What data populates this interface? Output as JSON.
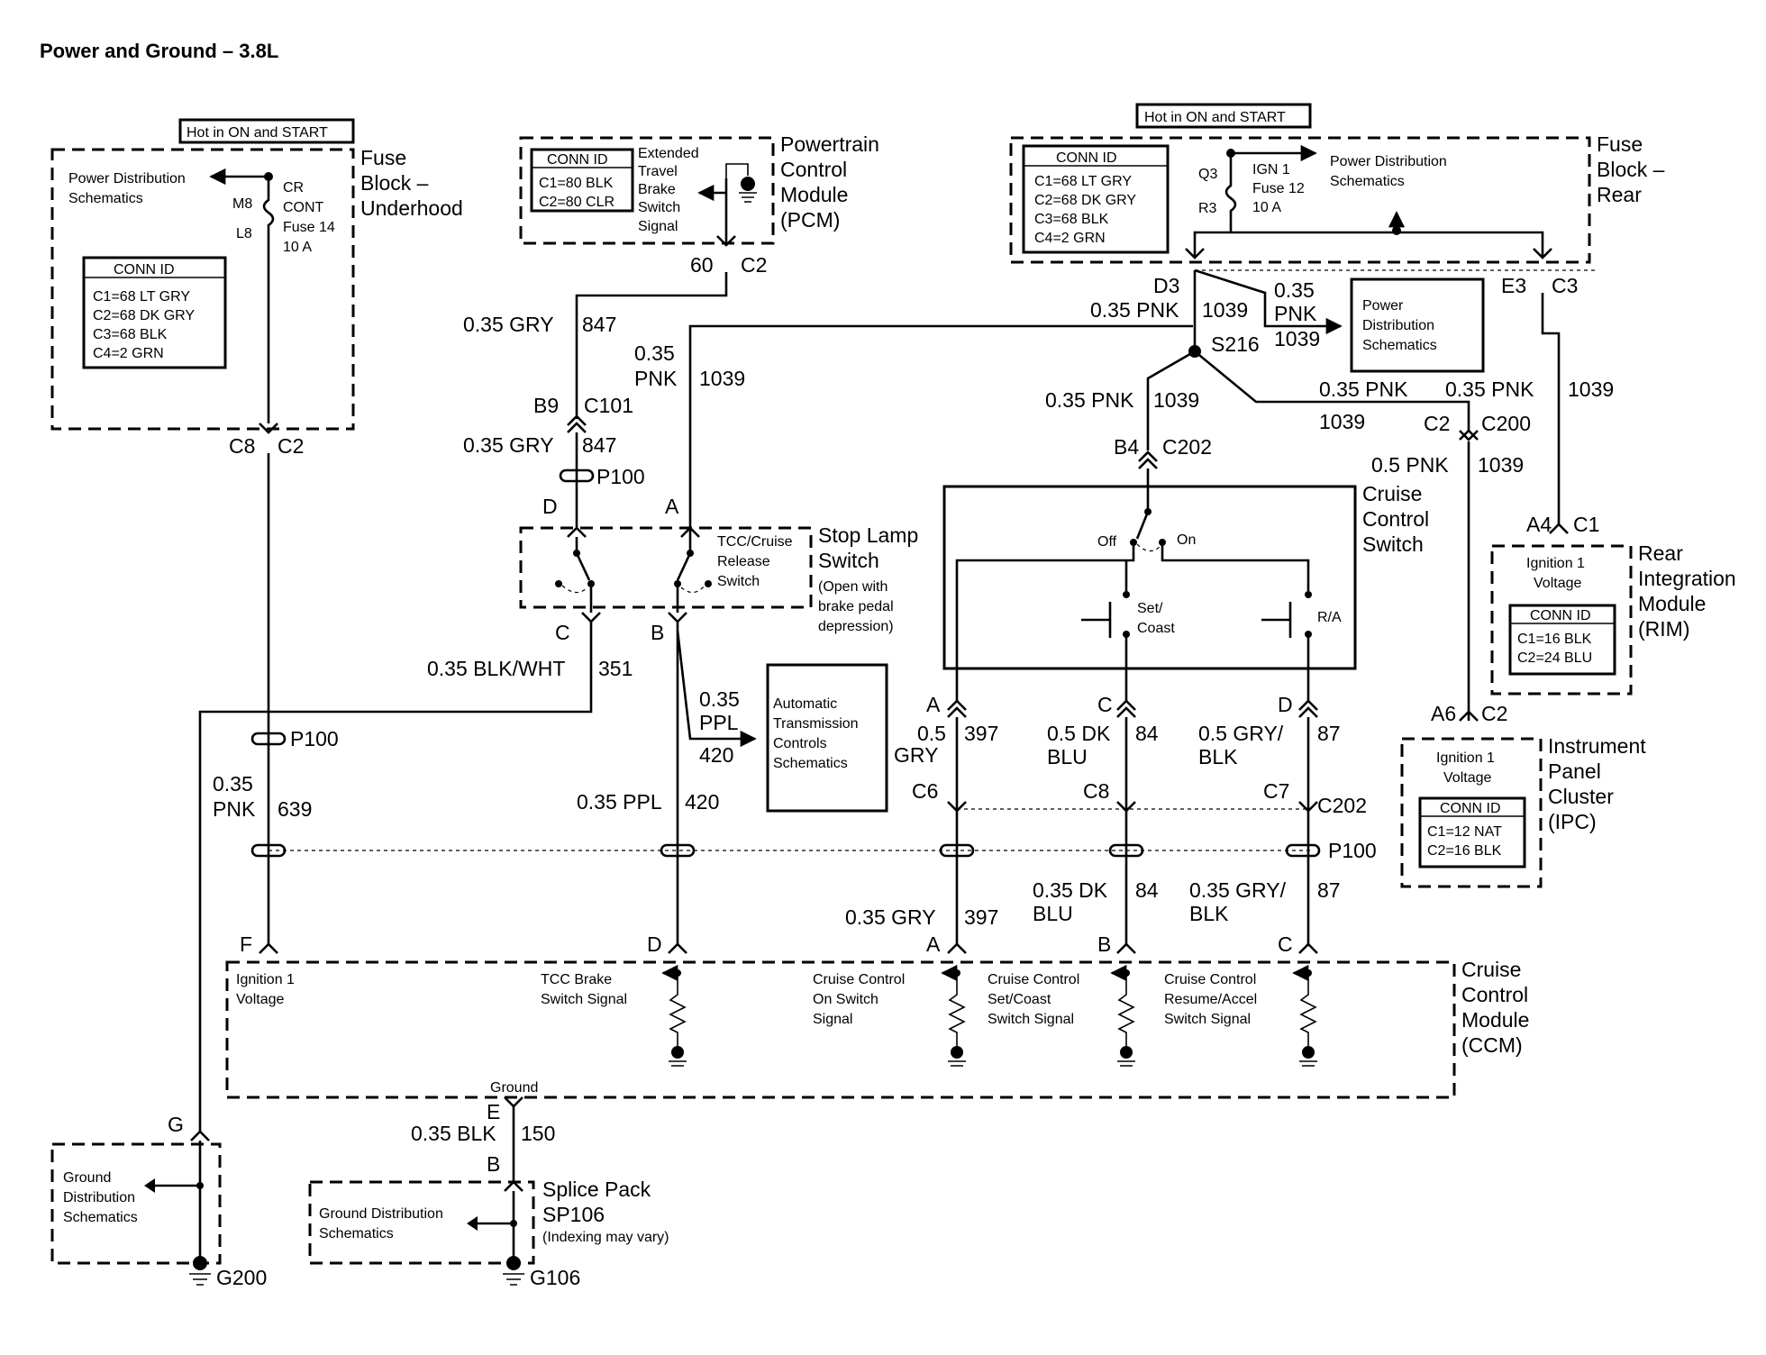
{
  "title": "Power and Ground – 3.8L",
  "hot_labels": {
    "underhood": "Hot in ON and START",
    "rear": "Hot in ON and START"
  },
  "fuse_block_underhood": {
    "name_line1": "Fuse",
    "name_line2": "Block –",
    "name_line3": "Underhood",
    "pds_line1": "Power Distribution",
    "pds_line2": "Schematics",
    "fuse_line1": "CR",
    "fuse_line2": "CONT",
    "fuse_line3": "Fuse 14",
    "fuse_line4": "10 A",
    "pin_top": "M8",
    "pin_bottom": "L8",
    "conn_title": "CONN ID",
    "conn": [
      "C1=68 LT GRY",
      "C2=68 DK GRY",
      "C3=68 BLK",
      "C4=2 GRN"
    ],
    "out_pin": "C8",
    "out_conn": "C2"
  },
  "pcm": {
    "name_line1": "Powertrain",
    "name_line2": "Control",
    "name_line3": "Module",
    "name_line4": "(PCM)",
    "conn_title": "CONN ID",
    "conn": [
      "C1=80 BLK",
      "C2=80 CLR"
    ],
    "signal": [
      "Extended",
      "Travel",
      "Brake",
      "Switch",
      "Signal"
    ],
    "pin": "60",
    "conn_name": "C2"
  },
  "fuse_block_rear": {
    "name_line1": "Fuse",
    "name_line2": "Block –",
    "name_line3": "Rear",
    "conn_title": "CONN ID",
    "conn": [
      "C1=68 LT GRY",
      "C2=68 DK GRY",
      "C3=68 BLK",
      "C4=2 GRN"
    ],
    "pin_top": "Q3",
    "pin_bottom": "R3",
    "fuse_line1": "IGN 1",
    "fuse_line2": "Fuse 12",
    "fuse_line3": "10 A",
    "pds_line1": "Power Distribution",
    "pds_line2": "Schematics",
    "out1_pin": "D3",
    "out2_pin": "E3",
    "out2_conn": "C3"
  },
  "wires": {
    "w847_top": {
      "size": "0.35 GRY",
      "num": "847"
    },
    "w847_bot": {
      "size": "0.35 GRY",
      "num": "847"
    },
    "w1039_a": {
      "size_line1": "0.35",
      "size_line2": "PNK",
      "num": "1039"
    },
    "w1039_top": {
      "size": "0.35 PNK",
      "num": "1039"
    },
    "w1039_pds": {
      "size_line1": "0.35",
      "size_line2": "PNK",
      "num": "1039"
    },
    "w1039_b4": {
      "size": "0.35 PNK",
      "num": "1039"
    },
    "w1039_c2": {
      "size": "0.35 PNK",
      "num": "1039"
    },
    "w1039_rim": {
      "size": "0.35 PNK",
      "num": "1039"
    },
    "w1039_ipc": {
      "size": "0.5 PNK",
      "num": "1039"
    },
    "w351": {
      "size": "0.35 BLK/WHT",
      "num": "351"
    },
    "w420_a": {
      "size_line1": "0.35",
      "size_line2": "PPL",
      "num": "420"
    },
    "w420_b": {
      "size": "0.35 PPL",
      "num": "420"
    },
    "w639": {
      "size_line1": "0.35",
      "size_line2": "PNK",
      "num": "639"
    },
    "w397_top": {
      "size_line1": "0.5",
      "size_line2": "GRY",
      "num": "397"
    },
    "w397_bot": {
      "size": "0.35 GRY",
      "num": "397"
    },
    "w84_top": {
      "size_line1": "0.5 DK",
      "size_line2": "BLU",
      "num": "84"
    },
    "w84_bot": {
      "size_line1": "0.35 DK",
      "size_line2": "BLU",
      "num": "84"
    },
    "w87_top": {
      "size_line1": "0.5 GRY/",
      "size_line2": "BLK",
      "num": "87"
    },
    "w87_bot": {
      "size_line1": "0.35 GRY/",
      "size_line2": "BLK",
      "num": "87"
    },
    "w150": {
      "size": "0.35 BLK",
      "num": "150"
    }
  },
  "connectors": {
    "c101_pin": "B9",
    "c101": "C101",
    "p100_1": "P100",
    "p100_2": "P100",
    "p100_3": "P100",
    "s216": "S216",
    "b4": "B4",
    "c202_top": "C202",
    "c2_c200_pin": "C2",
    "c200": "C200",
    "c6": "C6",
    "c8": "C8",
    "c7": "C7",
    "c202_bot": "C202"
  },
  "stop_lamp": {
    "name_line1": "Stop Lamp",
    "name_line2": "Switch",
    "note_line1": "(Open with",
    "note_line2": "brake pedal",
    "note_line3": "depression)",
    "tcc_line1": "TCC/Cruise",
    "tcc_line2": "Release",
    "tcc_line3": "Switch",
    "pin_d": "D",
    "pin_a": "A",
    "pin_c": "C",
    "pin_b": "B"
  },
  "atcs": {
    "line1": "Automatic",
    "line2": "Transmission",
    "line3": "Controls",
    "line4": "Schematics"
  },
  "pds_box": {
    "line1": "Power",
    "line2": "Distribution",
    "line3": "Schematics"
  },
  "cruise_switch": {
    "name_line1": "Cruise",
    "name_line2": "Control",
    "name_line3": "Switch",
    "off": "Off",
    "on": "On",
    "set_line1": "Set/",
    "set_line2": "Coast",
    "ra": "R/A",
    "pin_a": "A",
    "pin_c": "C",
    "pin_d": "D"
  },
  "rim": {
    "name_line1": "Rear",
    "name_line2": "Integration",
    "name_line3": "Module",
    "name_line4": "(RIM)",
    "ign_line1": "Ignition 1",
    "ign_line2": "Voltage",
    "conn_title": "CONN ID",
    "conn": [
      "C1=16 BLK",
      "C2=24 BLU"
    ],
    "pin": "A4",
    "conn_name": "C1"
  },
  "ipc": {
    "name_line1": "Instrument",
    "name_line2": "Panel",
    "name_line3": "Cluster",
    "name_line4": "(IPC)",
    "ign_line1": "Ignition 1",
    "ign_line2": "Voltage",
    "conn_title": "CONN ID",
    "conn": [
      "C1=12 NAT",
      "C2=16 BLK"
    ],
    "pin": "A6",
    "conn_name": "C2"
  },
  "ccm": {
    "name_line1": "Cruise",
    "name_line2": "Control",
    "name_line3": "Module",
    "name_line4": "(CCM)",
    "ign_line1": "Ignition 1",
    "ign_line2": "Voltage",
    "tcc_line1": "TCC Brake",
    "tcc_line2": "Switch Signal",
    "on_line1": "Cruise Control",
    "on_line2": "On Switch",
    "on_line3": "Signal",
    "set_line1": "Cruise Control",
    "set_line2": "Set/Coast",
    "set_line3": "Switch Signal",
    "res_line1": "Cruise Control",
    "res_line2": "Resume/Accel",
    "res_line3": "Switch Signal",
    "ground": "Ground",
    "pin_f": "F",
    "pin_d": "D",
    "pin_a": "A",
    "pin_b": "B",
    "pin_c": "C",
    "pin_e": "E"
  },
  "grounds": {
    "gds_line1": "Ground",
    "gds_line2": "Distribution",
    "gds_line3": "Schematics",
    "g_pin": "G",
    "g200": "G200",
    "sp_name_line1": "Splice Pack",
    "sp_name_line2": "SP106",
    "sp_note": "(Indexing may vary)",
    "sp_gds": "Ground Distribution",
    "sp_gds2": "Schematics",
    "sp_pin": "B",
    "g106": "G106"
  }
}
